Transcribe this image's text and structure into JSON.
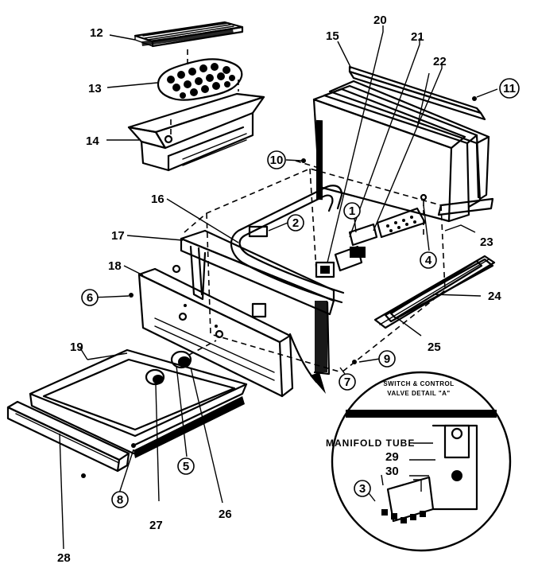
{
  "callouts": {
    "c1": "1",
    "c2": "2",
    "c3": "3",
    "c4": "4",
    "c5": "5",
    "c6": "6",
    "c7": "7",
    "c8": "8",
    "c9": "9",
    "c10": "10",
    "c11": "11",
    "c12": "12",
    "c13": "13",
    "c14": "14",
    "c15": "15",
    "c16": "16",
    "c17": "17",
    "c18": "18",
    "c19": "19",
    "c20": "20",
    "c21": "21",
    "c22": "22",
    "c23": "23",
    "c24": "24",
    "c25": "25",
    "c26": "26",
    "c27": "27",
    "c28": "28",
    "c29": "29",
    "c30": "30"
  },
  "detail": {
    "title_line1": "SWITCH & CONTROL",
    "title_line2": "VALVE DETAIL \"A\"",
    "manifold_label": "MANIFOLD TUBE"
  }
}
